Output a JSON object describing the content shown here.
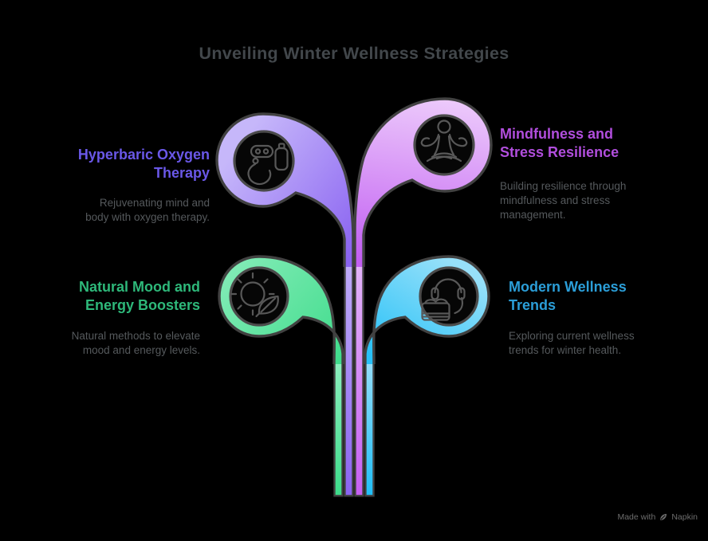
{
  "title": "Unveiling Winter Wellness Strategies",
  "sections": [
    {
      "id": "hyperbaric",
      "title_lines": [
        "Hyperbaric Oxygen",
        "Therapy"
      ],
      "body_lines": [
        "Rejuvenating mind and",
        "body with oxygen therapy."
      ],
      "accent": "#6a58e8",
      "icon": "oxygen-mask-and-tank"
    },
    {
      "id": "mindfulness",
      "title_lines": [
        "Mindfulness and",
        "Stress Resilience"
      ],
      "body_lines": [
        "Building resilience through",
        "mindfulness and stress",
        "management."
      ],
      "accent": "#b14edd",
      "icon": "meditating-person"
    },
    {
      "id": "natural",
      "title_lines": [
        "Natural Mood and",
        "Energy Boosters"
      ],
      "body_lines": [
        "Natural methods to elevate",
        "mood and energy levels."
      ],
      "accent": "#2eb87a",
      "icon": "sun-with-leaf"
    },
    {
      "id": "modern",
      "title_lines": [
        "Modern Wellness",
        "Trends"
      ],
      "body_lines": [
        "Exploring current wellness",
        "trends for winter health."
      ],
      "accent": "#2b9ed8",
      "icon": "headphones-with-device"
    }
  ],
  "stem_colors": {
    "green": "#3edc8b",
    "violet": "#8a63f1",
    "orchid": "#c25ff2",
    "cyan": "#27c1f8"
  },
  "footer": {
    "made_with": "Made with",
    "brand": "Napkin"
  }
}
